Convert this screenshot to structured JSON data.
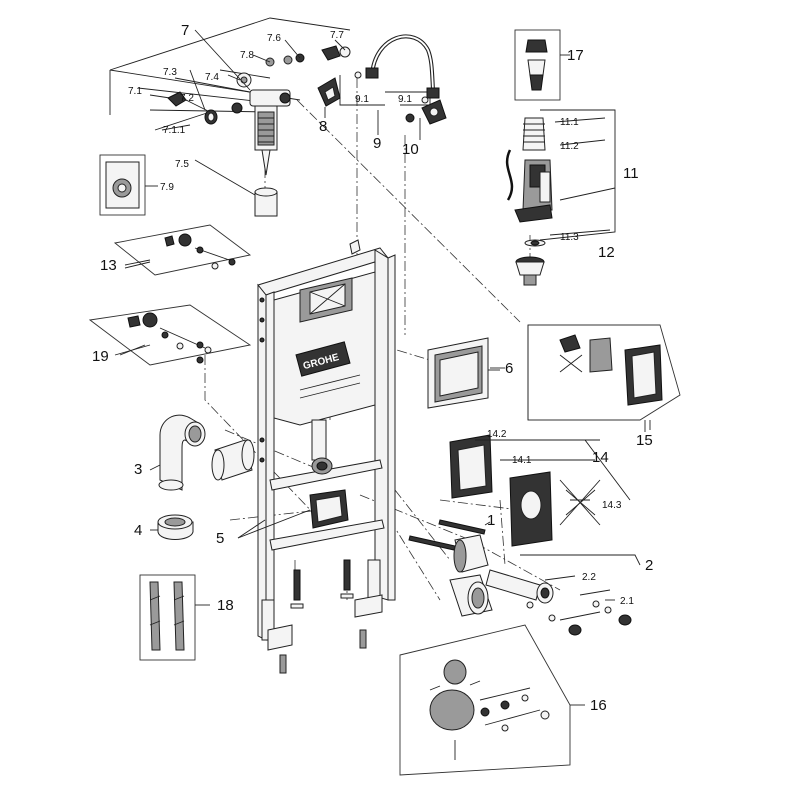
{
  "labels": [
    {
      "id": "7",
      "text": "7"
    },
    {
      "id": "7.6",
      "text": "7.6"
    },
    {
      "id": "7.7",
      "text": "7.7"
    },
    {
      "id": "7.8",
      "text": "7.8"
    },
    {
      "id": "7.3",
      "text": "7.3"
    },
    {
      "id": "7.4",
      "text": "7.4"
    },
    {
      "id": "7.1",
      "text": "7.1"
    },
    {
      "id": "7.2",
      "text": "7.2"
    },
    {
      "id": "7.1.1",
      "text": "7.1.1"
    },
    {
      "id": "7.5",
      "text": "7.5"
    },
    {
      "id": "7.9",
      "text": "7.9"
    },
    {
      "id": "8",
      "text": "8"
    },
    {
      "id": "9",
      "text": "9"
    },
    {
      "id": "9.1a",
      "text": "9.1"
    },
    {
      "id": "9.1b",
      "text": "9.1"
    },
    {
      "id": "10",
      "text": "10"
    },
    {
      "id": "17",
      "text": "17"
    },
    {
      "id": "11.1",
      "text": "11.1"
    },
    {
      "id": "11.2",
      "text": "11.2"
    },
    {
      "id": "11",
      "text": "11"
    },
    {
      "id": "11.3",
      "text": "11.3"
    },
    {
      "id": "12",
      "text": "12"
    },
    {
      "id": "13",
      "text": "13"
    },
    {
      "id": "19",
      "text": "19"
    },
    {
      "id": "6",
      "text": "6"
    },
    {
      "id": "15",
      "text": "15"
    },
    {
      "id": "14.2",
      "text": "14.2"
    },
    {
      "id": "14.1",
      "text": "14.1"
    },
    {
      "id": "14",
      "text": "14"
    },
    {
      "id": "14.3",
      "text": "14.3"
    },
    {
      "id": "3",
      "text": "3"
    },
    {
      "id": "4",
      "text": "4"
    },
    {
      "id": "5",
      "text": "5"
    },
    {
      "id": "1",
      "text": "1"
    },
    {
      "id": "2",
      "text": "2"
    },
    {
      "id": "2.2",
      "text": "2.2"
    },
    {
      "id": "2.1",
      "text": "2.1"
    },
    {
      "id": "18",
      "text": "18"
    },
    {
      "id": "16",
      "text": "16"
    }
  ],
  "brand": "GROHE"
}
